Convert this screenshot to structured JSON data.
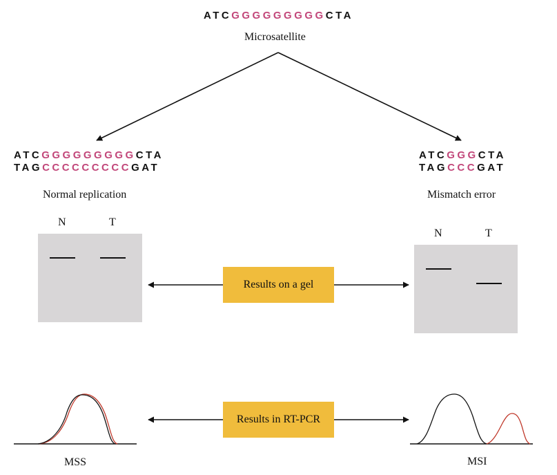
{
  "top": {
    "sequence": {
      "prefix": "ATC",
      "repeat": "GGGGGGGGG",
      "suffix": "CTA"
    },
    "label": "Microsatellite"
  },
  "normal": {
    "strand1": {
      "prefix": "ATC",
      "repeat": "GGGGGGGGG",
      "suffix": "CTA"
    },
    "strand2": {
      "prefix": "TAG",
      "repeat": "CCCCCCCCC",
      "suffix": "GAT"
    },
    "label": "Normal replication",
    "lane_n": "N",
    "lane_t": "T",
    "result_label": "MSS"
  },
  "mismatch": {
    "strand1": {
      "prefix": "ATC",
      "repeat": "GGG",
      "suffix": "CTA"
    },
    "strand2": {
      "prefix": "TAG",
      "repeat": "CCC",
      "suffix": "GAT"
    },
    "label": "Mismatch error",
    "lane_n": "N",
    "lane_t": "T",
    "result_label": "MSI"
  },
  "boxes": {
    "gel": "Results on a gel",
    "pcr": "Results in RT-PCR"
  },
  "colors": {
    "repeat": "#c2477a",
    "gel": "#d8d6d7",
    "box": "#f0bc3c",
    "curve_red": "#c0392b"
  }
}
